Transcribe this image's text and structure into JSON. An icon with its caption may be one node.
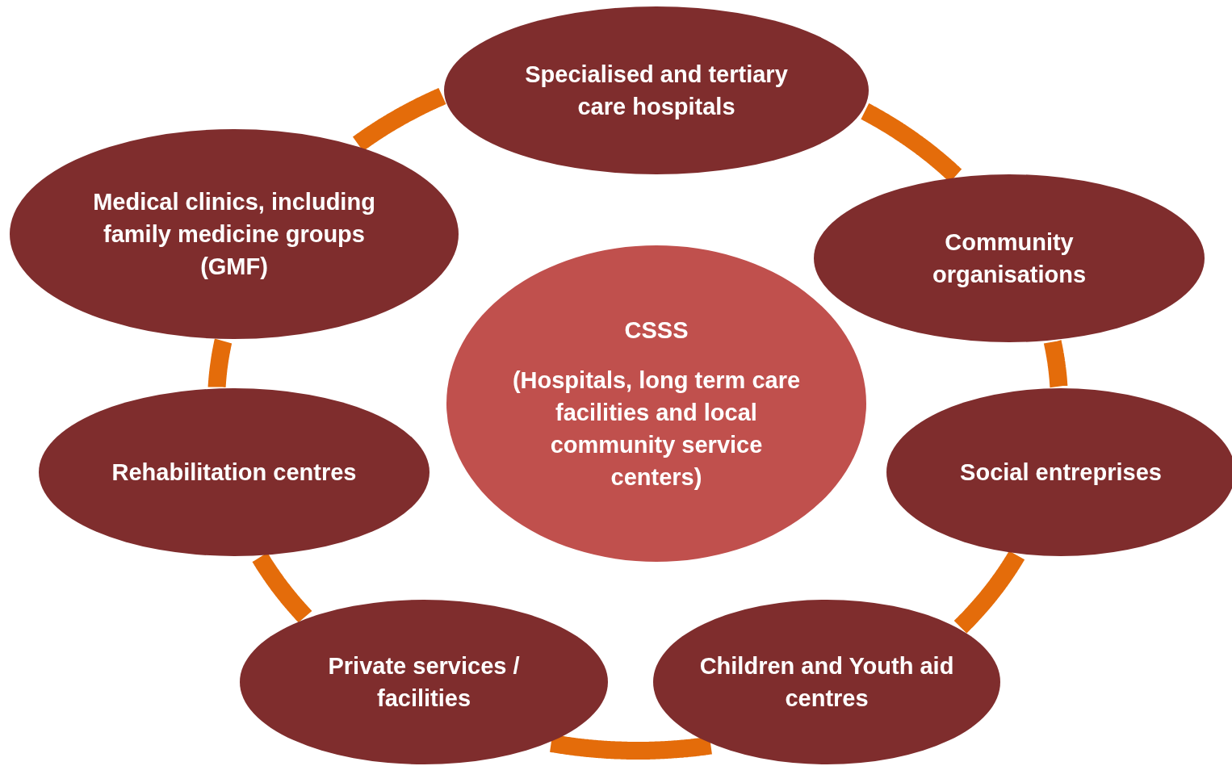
{
  "diagram": {
    "nodes": [
      {
        "text": [
          "Specialised and tertiary care hospitals"
        ]
      },
      {
        "text": [
          "Medical clinics, including family medicine groups (GMF)"
        ]
      },
      {
        "text": [
          "Community organisations"
        ]
      },
      {
        "text": [
          "CSSS",
          "(Hospitals, long term care facilities and local community service centers)"
        ]
      },
      {
        "text": [
          "Rehabilitation centres"
        ]
      },
      {
        "text": [
          "Social entreprises"
        ]
      },
      {
        "text": [
          "Private services / facilities"
        ]
      },
      {
        "text": [
          "Children and Youth aid centres"
        ]
      }
    ],
    "edges": [
      {
        "from": 0,
        "to": 2,
        "arrow": "none"
      },
      {
        "from": 2,
        "to": 5,
        "arrow": "none"
      },
      {
        "from": 5,
        "to": 7,
        "arrow": "none"
      },
      {
        "from": 7,
        "to": 6,
        "arrow": "none"
      },
      {
        "from": 6,
        "to": 4,
        "arrow": "none"
      },
      {
        "from": 4,
        "to": 1,
        "arrow": "none"
      },
      {
        "from": 1,
        "to": 0,
        "arrow": "none"
      }
    ]
  }
}
